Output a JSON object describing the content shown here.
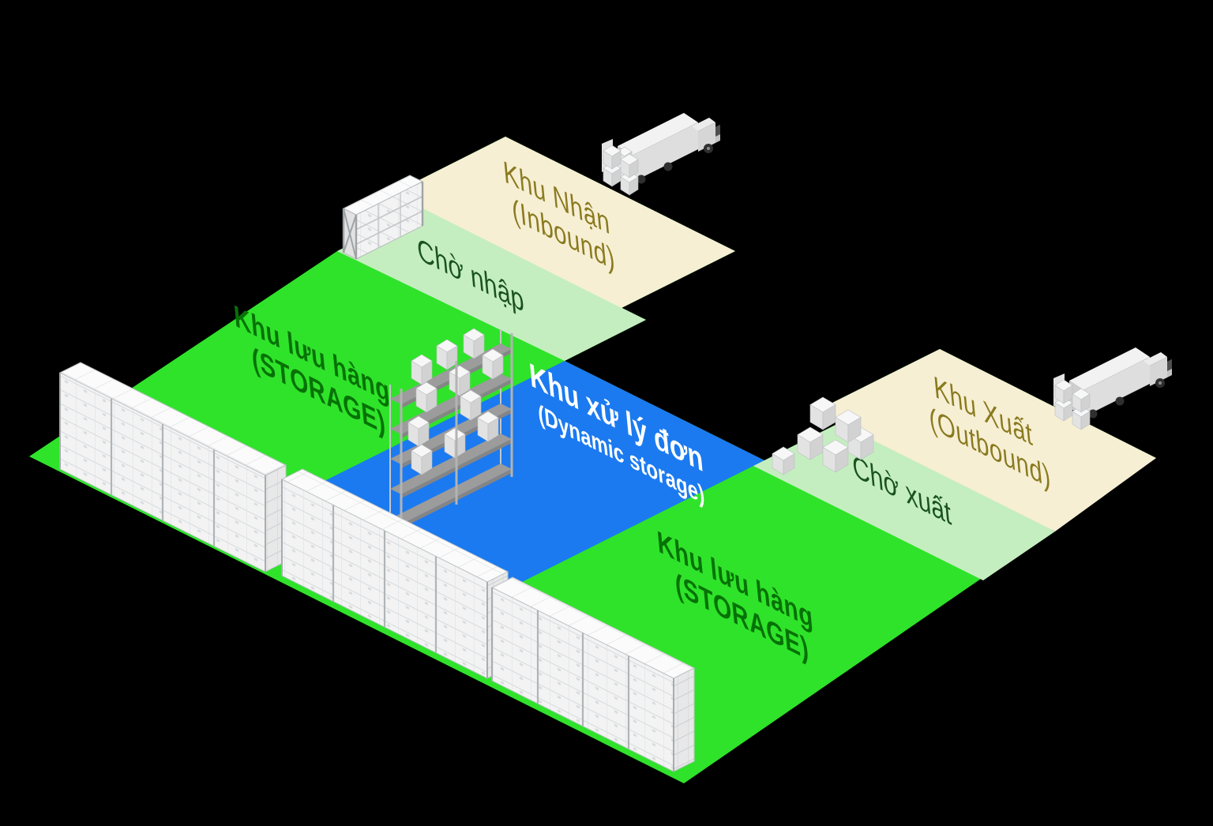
{
  "diagram": {
    "title": "Warehouse zone layout (isometric)",
    "background_color": "#000000",
    "areas": {
      "inbound": {
        "label": "Khu Nhận",
        "sublabel": "(Inbound)",
        "color": "#F6EFD4",
        "text_color": "#8A7A1F"
      },
      "waiting_in": {
        "label": "Chờ nhập",
        "color": "#C5EEC0",
        "text_color": "#1A5220"
      },
      "storage_left": {
        "label": "Khu lưu hàng",
        "sublabel": "(STORAGE)",
        "color": "#2FE32A",
        "text_color": "#067206"
      },
      "dynamic": {
        "label": "Khu xử lý đơn",
        "sublabel": "(Dynamic storage)",
        "color": "#1B7AF0",
        "text_color": "#FFFFFF"
      },
      "storage_right": {
        "label": "Khu lưu hàng",
        "sublabel": "(STORAGE)",
        "color": "#2FE32A",
        "text_color": "#067206"
      },
      "waiting_out": {
        "label": "Chờ xuất",
        "color": "#C5EEC0",
        "text_color": "#1A5220"
      },
      "outbound": {
        "label": "Khu Xuất",
        "sublabel": "(Outbound)",
        "color": "#F6EFD4",
        "text_color": "#8A7A1F"
      }
    },
    "objects": {
      "truck_color": "#DEDEDE",
      "rack_color": "#F3F3F3",
      "shelf_color": "#9C9C9C"
    }
  }
}
